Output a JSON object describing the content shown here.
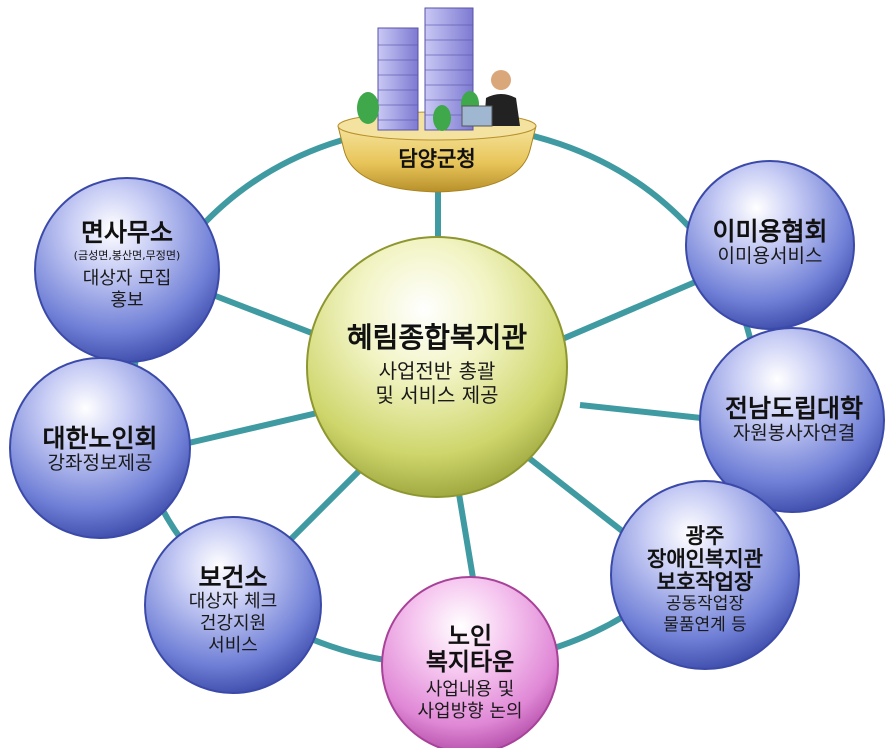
{
  "top": {
    "title": "담양군청"
  },
  "center": {
    "title": "혜림종합복지관",
    "lines": [
      "사업전반 총괄",
      "및 서비스 제공"
    ]
  },
  "nodes": {
    "myeonsa": {
      "title": "면사무소",
      "sub": "(금성면,봉산면,무정면)",
      "lines": [
        "대상자 모집",
        "홍보"
      ]
    },
    "beauty": {
      "title": "이미용협회",
      "lines": [
        "이미용서비스"
      ]
    },
    "university": {
      "title": "전남도립대학",
      "lines": [
        "자원봉사자연결"
      ]
    },
    "seniors": {
      "title": "대한노인회",
      "lines": [
        "강좌정보제공"
      ]
    },
    "health": {
      "title": "보건소",
      "lines": [
        "대상자 체크",
        "건강지원",
        "서비스"
      ]
    },
    "gwangju": {
      "title_lines": [
        "광주",
        "장애인복지관",
        "보호작업장"
      ],
      "lines": [
        "공동작업장",
        "물품연계 등"
      ]
    },
    "welfaretown": {
      "title_lines": [
        "노인",
        "복지타운"
      ],
      "lines": [
        "사업내용 및",
        "사업방향 논의"
      ]
    }
  },
  "colors": {
    "link": "#3f9aa2",
    "blue_sphere": "#6f7fd6",
    "center_sphere": "#d8e07a",
    "pink_sphere": "#e088d6",
    "base_gold": "#e8c55a"
  }
}
